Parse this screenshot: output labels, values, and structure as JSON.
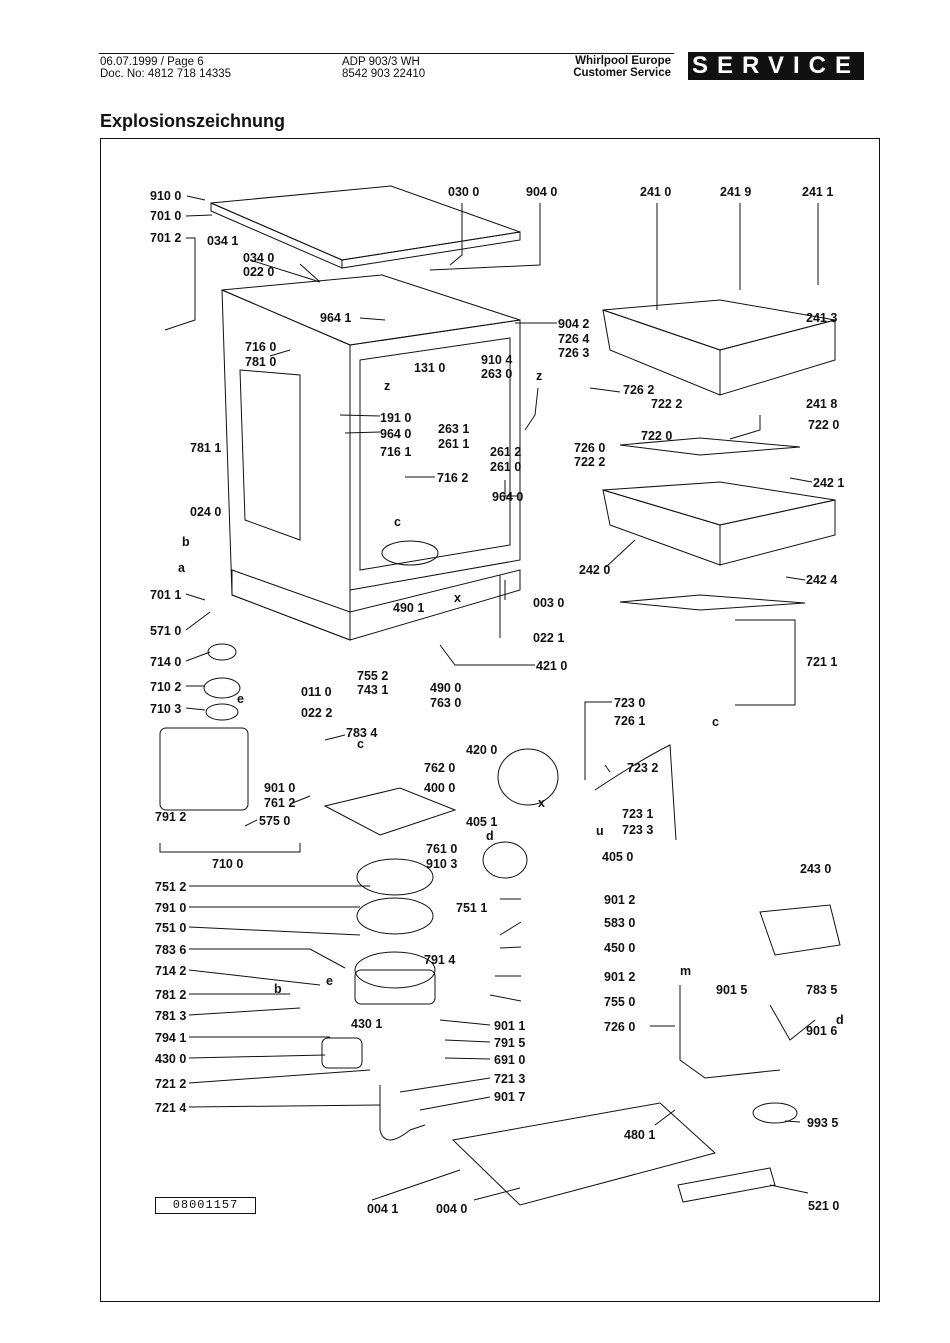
{
  "header": {
    "left": [
      "06.07.1999 / Page 6",
      "Doc. No: 4812 718 14335"
    ],
    "middle": [
      "ADP 903/3 WH",
      "8542 903 22410"
    ],
    "right": [
      "Whirlpool Europe",
      "Customer Service"
    ],
    "service": "SERVICE"
  },
  "title": "Explosionszeichnung",
  "doc_number": "08001157",
  "labels": {
    "l910_0": "910 0",
    "l701_0": "701 0",
    "l701_2": "701 2",
    "l034_1": "034 1",
    "l034_0": "034 0",
    "l022_0": "022 0",
    "l030_0": "030 0",
    "l904_0": "904 0",
    "l241_0": "241 0",
    "l241_9": "241 9",
    "l241_1": "241 1",
    "l241_3": "241 3",
    "l964_1": "964 1",
    "l904_2": "904 2",
    "l726_4": "726 4",
    "l726_3": "726 3",
    "l910_4": "910 4",
    "l263_0": "263 0",
    "l131_0": "131 0",
    "l716_0": "716 0",
    "l781_0": "781 0",
    "l781_1": "781 1",
    "l726_2": "726 2",
    "l722_2": "722 2",
    "l722_0a": "722 0",
    "l241_8": "241 8",
    "l722_0b": "722 0",
    "l191_0": "191 0",
    "l964_0a": "964 0",
    "l263_1": "263 1",
    "l261_1": "261 1",
    "l716_1": "716 1",
    "l261_2": "261 2",
    "l261_0": "261 0",
    "l726_0a": "726 0",
    "l722_2b": "722 2",
    "l716_2": "716 2",
    "l964_0b": "964 0",
    "l242_1": "242 1",
    "l024_0": "024 0",
    "l242_0": "242 0",
    "l242_4": "242 4",
    "l701_1": "701 1",
    "l003_0": "003 0",
    "l571_0": "571 0",
    "l490_1": "490 1",
    "l022_1": "022 1",
    "l714_0": "714 0",
    "l421_0": "421 0",
    "l721_1": "721 1",
    "l755_2": "755 2",
    "l743_1": "743 1",
    "l710_2": "710 2",
    "l011_0": "011 0",
    "l490_0": "490 0",
    "l763_0": "763 0",
    "l710_3": "710 3",
    "l022_2": "022 2",
    "l723_0": "723 0",
    "l726_1": "726 1",
    "l783_4": "783 4",
    "l420_0": "420 0",
    "l762_0": "762 0",
    "l400_0": "400 0",
    "l723_2": "723 2",
    "l901_0": "901 0",
    "l761_2": "761 2",
    "l791_2": "791 2",
    "l575_0": "575 0",
    "l405_1": "405 1",
    "l723_1": "723 1",
    "l723_3": "723 3",
    "l761_0": "761 0",
    "l910_3": "910 3",
    "l405_0": "405 0",
    "l710_0": "710 0",
    "l243_0": "243 0",
    "l751_2": "751 2",
    "l751_1": "751 1",
    "l791_0": "791 0",
    "l901_2a": "901 2",
    "l751_0": "751 0",
    "l583_0": "583 0",
    "l783_6": "783 6",
    "l450_0": "450 0",
    "l714_2": "714 2",
    "l791_4": "791 4",
    "l901_2b": "901 2",
    "l781_2": "781 2",
    "l755_0": "755 0",
    "l726_0b": "726 0",
    "l901_5": "901 5",
    "l783_5": "783 5",
    "l781_3": "781 3",
    "l901_1": "901 1",
    "l430_1": "430 1",
    "l794_1": "794 1",
    "l791_5": "791 5",
    "l901_6": "901 6",
    "l430_0": "430 0",
    "l691_0": "691 0",
    "l721_2": "721 2",
    "l721_3": "721 3",
    "l721_4": "721 4",
    "l901_7": "901 7",
    "l480_1": "480 1",
    "l993_5": "993 5",
    "l004_1": "004 1",
    "l004_0": "004 0",
    "l521_0": "521 0",
    "la": "a",
    "lb": "b",
    "lc": "c",
    "ld": "d",
    "le": "e",
    "lm": "m",
    "lu": "u",
    "lx": "x",
    "lz": "z"
  }
}
